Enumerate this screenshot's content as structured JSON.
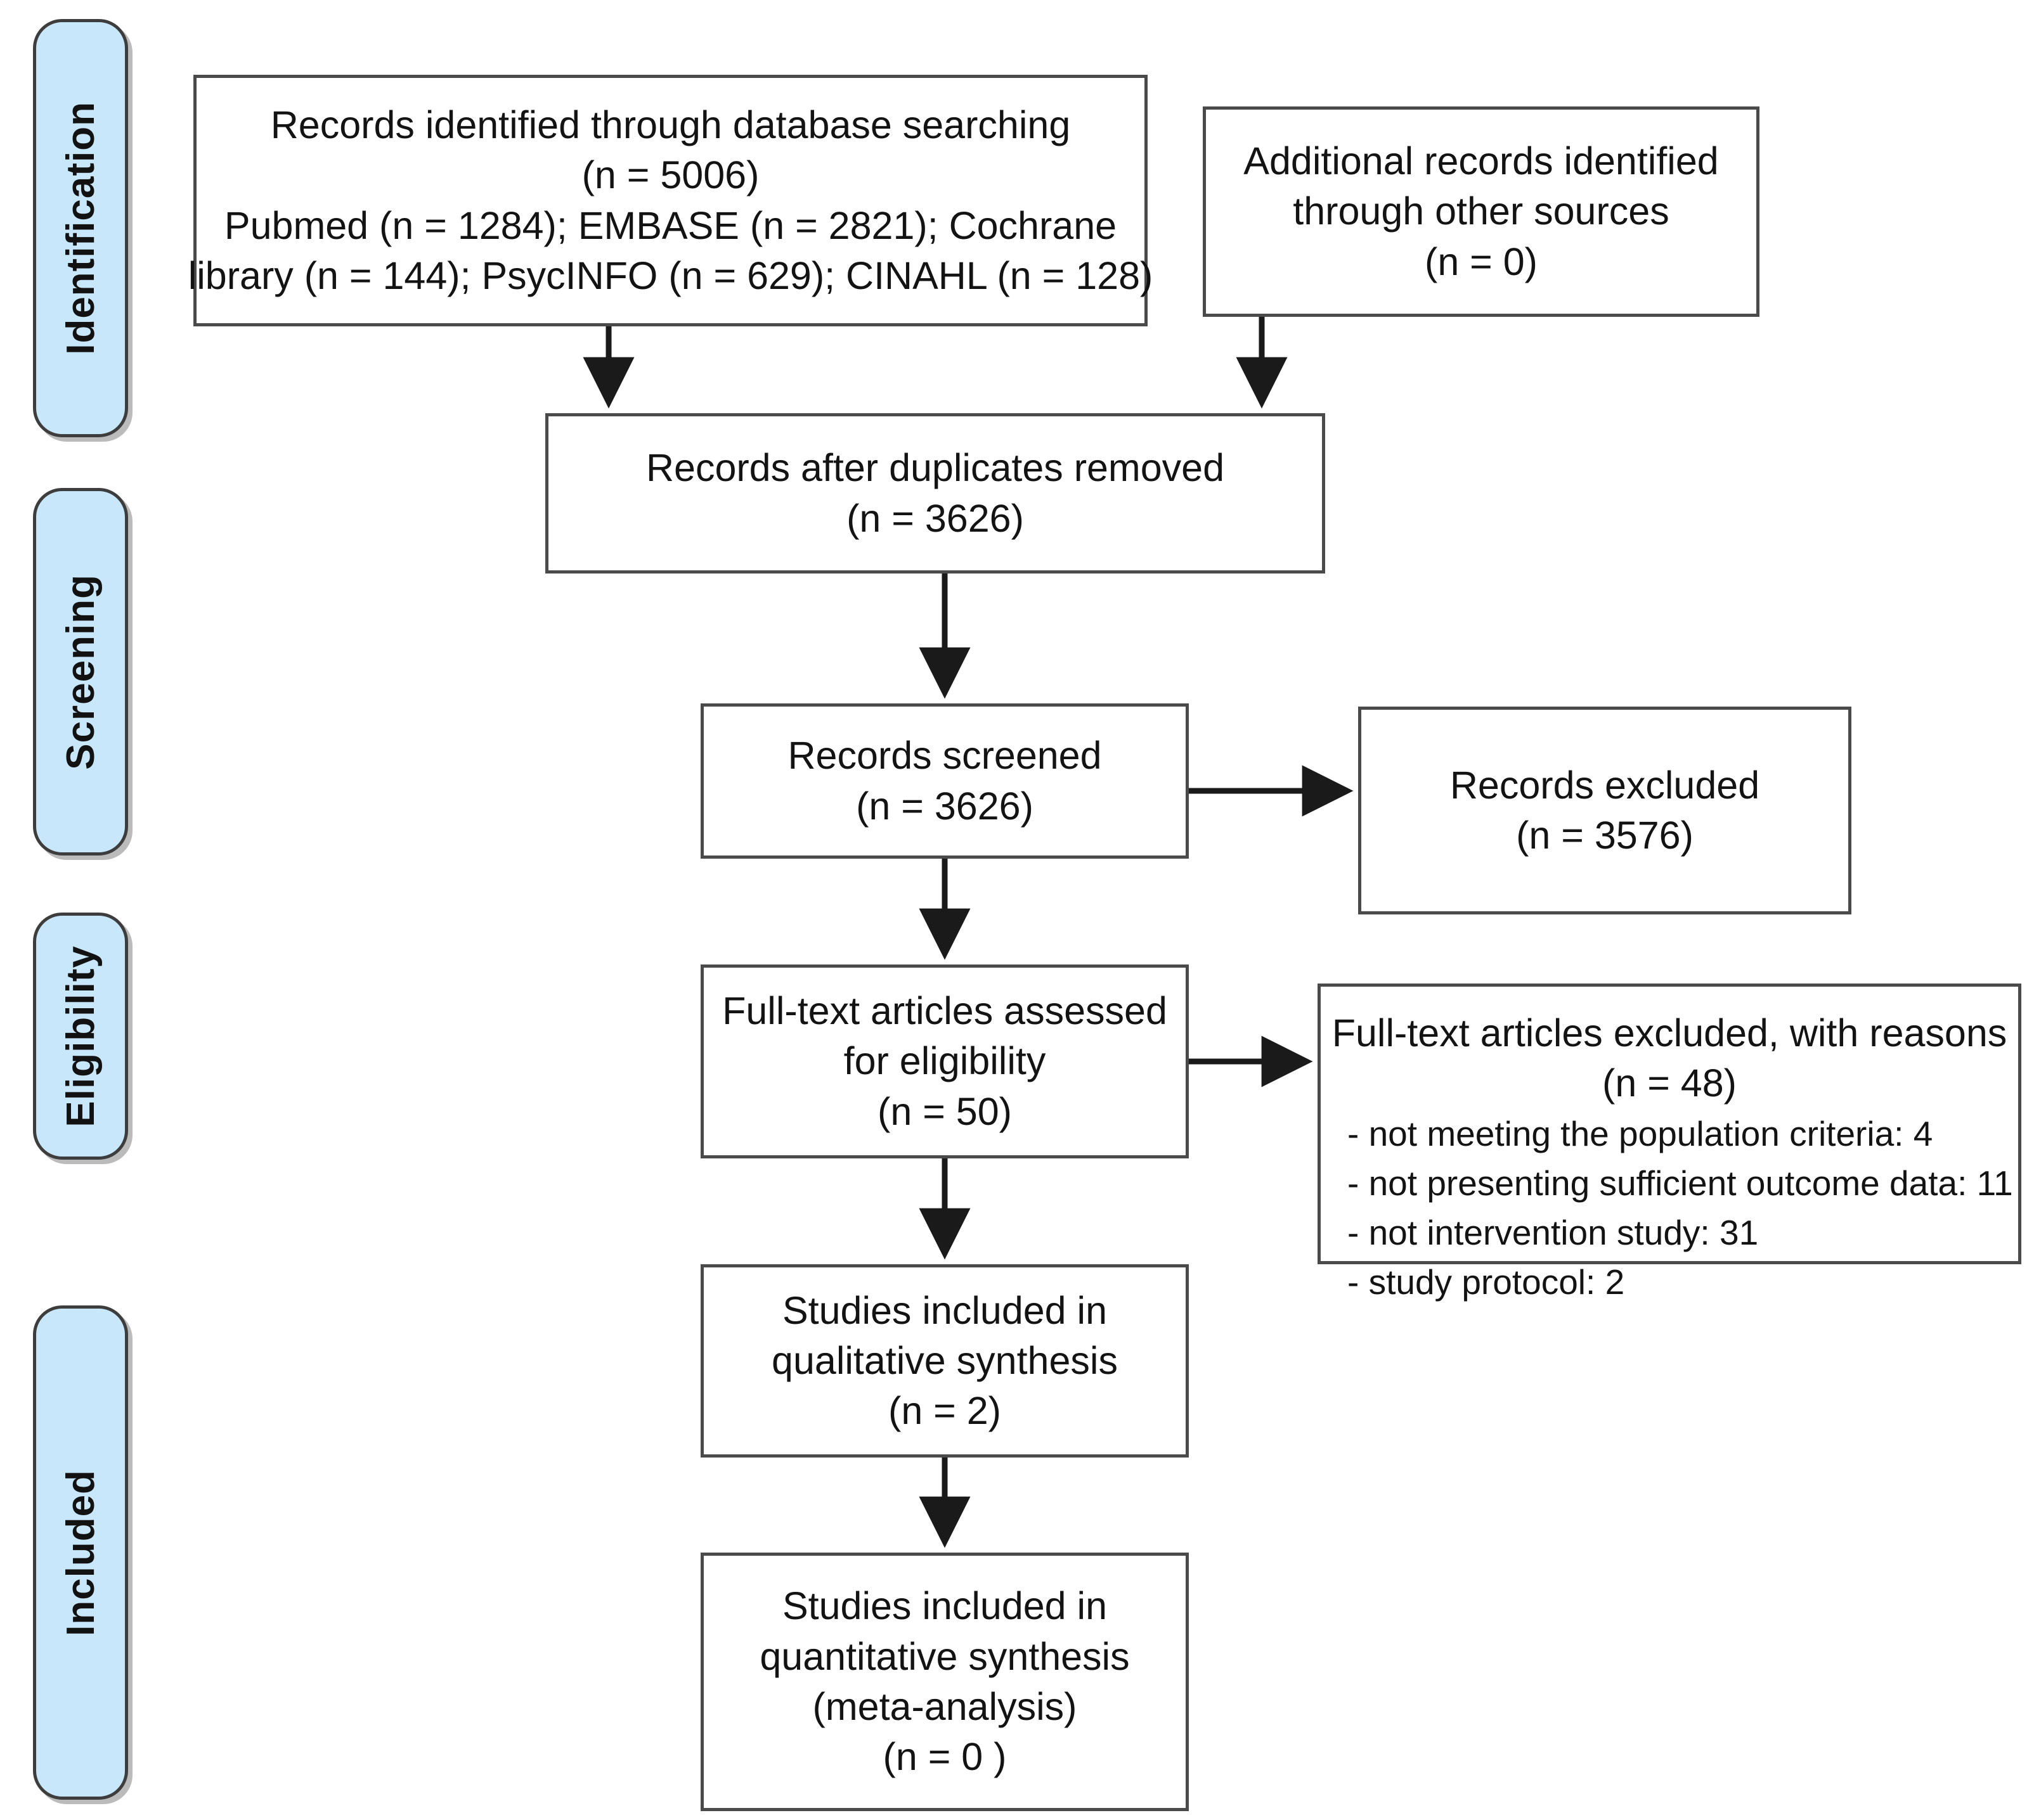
{
  "diagram": {
    "title": "PRISMA flow diagram",
    "accent_color": "#c9e7fa",
    "border_color": "#4a4a4a",
    "text_color": "#131313"
  },
  "phases": [
    {
      "label": "Identification"
    },
    {
      "label": "Screening"
    },
    {
      "label": "Eligibility"
    },
    {
      "label": "Included"
    }
  ],
  "boxes": {
    "db_search": {
      "lines": [
        "Records identified through database searching",
        "(n = 5006)",
        "Pubmed (n = 1284); EMBASE (n = 2821); Cochrane",
        "library (n = 144); PsycINFO (n = 629); CINAHL (n = 128)"
      ]
    },
    "other_sources": {
      "lines": [
        "Additional records identified",
        "through other sources",
        "(n = 0)"
      ]
    },
    "after_duplicates": {
      "lines": [
        "Records after duplicates removed",
        "(n = 3626)"
      ]
    },
    "screened": {
      "lines": [
        "Records screened",
        "(n = 3626)"
      ]
    },
    "excluded": {
      "lines": [
        "Records excluded",
        "(n = 3576)"
      ]
    },
    "fulltext_assessed": {
      "lines": [
        "Full-text articles assessed",
        "for eligibility",
        "(n = 50)"
      ]
    },
    "fulltext_excluded": {
      "heading": "Full-text articles excluded, with reasons",
      "count": "(n = 48)",
      "reasons": [
        "- not meeting the population criteria: 4",
        "- not presenting sufficient outcome data: 11",
        "- not intervention study: 31",
        "- study protocol: 2"
      ]
    },
    "qualitative": {
      "lines": [
        "Studies included in",
        "qualitative synthesis",
        "(n = 2)"
      ]
    },
    "quantitative": {
      "lines": [
        "Studies included in",
        "quantitative synthesis",
        "(meta-analysis)",
        "(n = 0 )"
      ]
    }
  },
  "chart_data": {
    "type": "diagram",
    "title": "PRISMA flow diagram",
    "nodes": [
      {
        "id": "db_search",
        "phase": "Identification",
        "n": 5006,
        "breakdown": {
          "Pubmed": 1284,
          "EMBASE": 2821,
          "Cochrane library": 144,
          "PsycINFO": 629,
          "CINAHL": 128
        }
      },
      {
        "id": "other_sources",
        "phase": "Identification",
        "n": 0
      },
      {
        "id": "after_duplicates",
        "phase": "Screening",
        "n": 3626
      },
      {
        "id": "screened",
        "phase": "Screening",
        "n": 3626
      },
      {
        "id": "excluded",
        "phase": "Screening",
        "n": 3576
      },
      {
        "id": "fulltext_assessed",
        "phase": "Eligibility",
        "n": 50
      },
      {
        "id": "fulltext_excluded",
        "phase": "Eligibility",
        "n": 48,
        "reasons": {
          "not meeting the population criteria": 4,
          "not presenting sufficient outcome data": 11,
          "not intervention study": 31,
          "study protocol": 2
        }
      },
      {
        "id": "qualitative",
        "phase": "Included",
        "n": 2
      },
      {
        "id": "quantitative",
        "phase": "Included",
        "n": 0
      }
    ],
    "edges": [
      {
        "from": "db_search",
        "to": "after_duplicates"
      },
      {
        "from": "other_sources",
        "to": "after_duplicates"
      },
      {
        "from": "after_duplicates",
        "to": "screened"
      },
      {
        "from": "screened",
        "to": "excluded"
      },
      {
        "from": "screened",
        "to": "fulltext_assessed"
      },
      {
        "from": "fulltext_assessed",
        "to": "fulltext_excluded"
      },
      {
        "from": "fulltext_assessed",
        "to": "qualitative"
      },
      {
        "from": "qualitative",
        "to": "quantitative"
      }
    ]
  }
}
